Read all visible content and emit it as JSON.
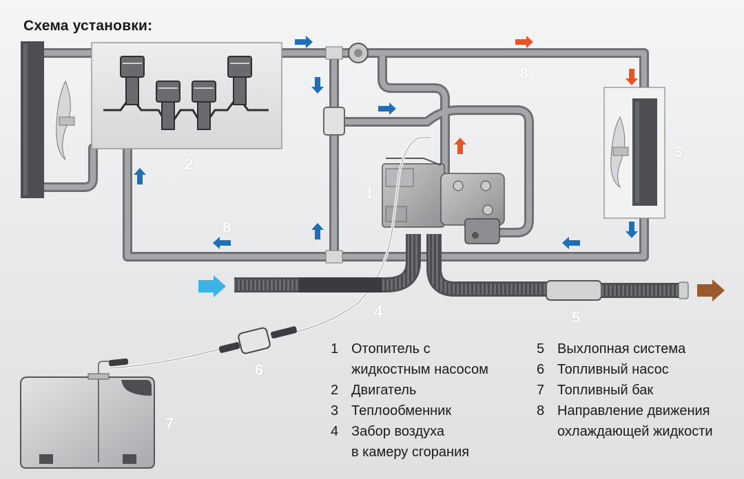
{
  "title": "Схема установки:",
  "callouts": {
    "heater": "1",
    "engine": "2",
    "exchanger": "3",
    "air_intake": "4",
    "exhaust": "5",
    "pump": "6",
    "tank": "7",
    "flow_top": "8",
    "flow_bottom": "8"
  },
  "legend_left": [
    {
      "num": "1",
      "lines": [
        "Отопитель с",
        "жидкостным насосом"
      ]
    },
    {
      "num": "2",
      "lines": [
        "Двигатель"
      ]
    },
    {
      "num": "3",
      "lines": [
        "Теплообменник"
      ]
    },
    {
      "num": "4",
      "lines": [
        "Забор воздуха",
        "в камеру сгорания"
      ]
    }
  ],
  "legend_right": [
    {
      "num": "5",
      "lines": [
        "Выхлопная система"
      ]
    },
    {
      "num": "6",
      "lines": [
        "Топливный насос"
      ]
    },
    {
      "num": "7",
      "lines": [
        "Топливный бак"
      ]
    },
    {
      "num": "8",
      "lines": [
        "Направление движения",
        "охлаждающей жидкости"
      ]
    }
  ],
  "colors": {
    "cold_flow": "#1f6fb5",
    "hot_flow": "#e8542a",
    "air_in": "#3bb3e6",
    "exhaust_out": "#9a5a2c",
    "pipe": "#8a8b8e"
  }
}
